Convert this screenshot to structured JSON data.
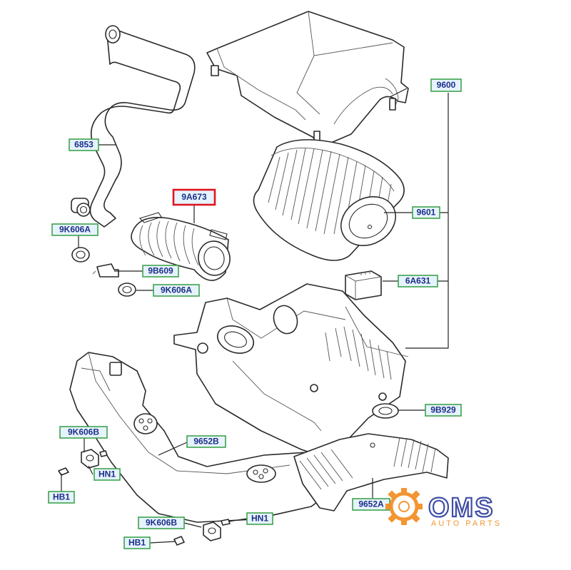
{
  "callouts": {
    "c6853": "6853",
    "c9A673": "9A673",
    "c9K606A_top": "9K606A",
    "c9B609": "9B609",
    "c9K606A_mid": "9K606A",
    "c9600": "9600",
    "c9601": "9601",
    "c6A631": "6A631",
    "c9B929": "9B929",
    "c9K606B_left": "9K606B",
    "c9652B": "9652B",
    "cHN1_left": "HN1",
    "cHB1_left": "HB1",
    "c9652A": "9652A",
    "c9K606B_bottom": "9K606B",
    "cHN1_bottom": "HN1",
    "cHB1_bottom": "HB1"
  },
  "highlighted_callout": "9A673",
  "colors": {
    "callout_fill": "#e6f3ff",
    "callout_border": "#3fa34d",
    "highlight_border": "#e0141e",
    "callout_text": "#1b2f86",
    "logo_blue": "#2b3a9c",
    "logo_orange": "#f28a1c"
  },
  "logo": {
    "name": "OMS",
    "tagline": "AUTO PARTS",
    "icon": "gear-icon"
  }
}
